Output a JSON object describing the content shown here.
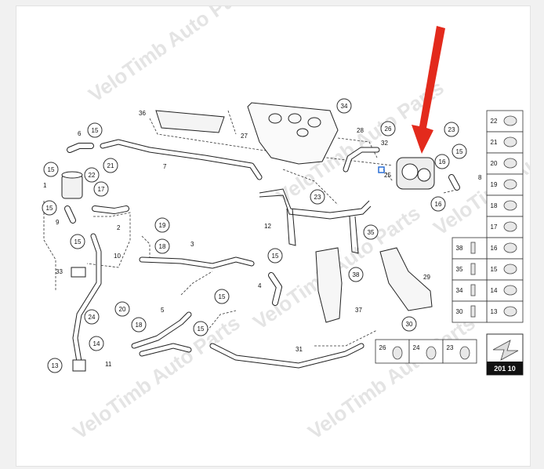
{
  "watermark": "VeloTimb Auto Parts",
  "page_ref": "201 10",
  "colors": {
    "arrow": "#e32a1c",
    "highlight": "#2a6fd6",
    "line": "#222222"
  },
  "callouts": [
    "1",
    "2",
    "3",
    "4",
    "5",
    "6",
    "7",
    "8",
    "9",
    "10",
    "11",
    "12",
    "13",
    "14",
    "15",
    "16",
    "17",
    "18",
    "19",
    "20",
    "21",
    "22",
    "23",
    "24",
    "25",
    "26",
    "27",
    "28",
    "29",
    "30",
    "31",
    "32",
    "33",
    "34",
    "35",
    "36",
    "37",
    "38"
  ],
  "circled_labels": [
    "15",
    "21",
    "22",
    "17",
    "15",
    "15",
    "15",
    "24",
    "14",
    "13",
    "19",
    "18",
    "20",
    "18",
    "15",
    "15",
    "23",
    "15",
    "34",
    "26",
    "23",
    "15",
    "16",
    "16",
    "35",
    "38",
    "30"
  ],
  "plain_labels": [
    "6",
    "1",
    "9",
    "2",
    "10",
    "33",
    "11",
    "3",
    "4",
    "5",
    "7",
    "36",
    "27",
    "28",
    "32",
    "25",
    "8",
    "12",
    "29",
    "37",
    "31"
  ],
  "legend_right": [
    {
      "left": "",
      "right": "22"
    },
    {
      "left": "",
      "right": "21"
    },
    {
      "left": "",
      "right": "20"
    },
    {
      "left": "",
      "right": "19"
    },
    {
      "left": "",
      "right": "18"
    },
    {
      "left": "",
      "right": "17"
    },
    {
      "left": "38",
      "right": "16"
    },
    {
      "left": "35",
      "right": "15"
    },
    {
      "left": "34",
      "right": "14"
    },
    {
      "left": "30",
      "right": "13"
    }
  ],
  "legend_bottom": [
    "26",
    "24",
    "23"
  ]
}
